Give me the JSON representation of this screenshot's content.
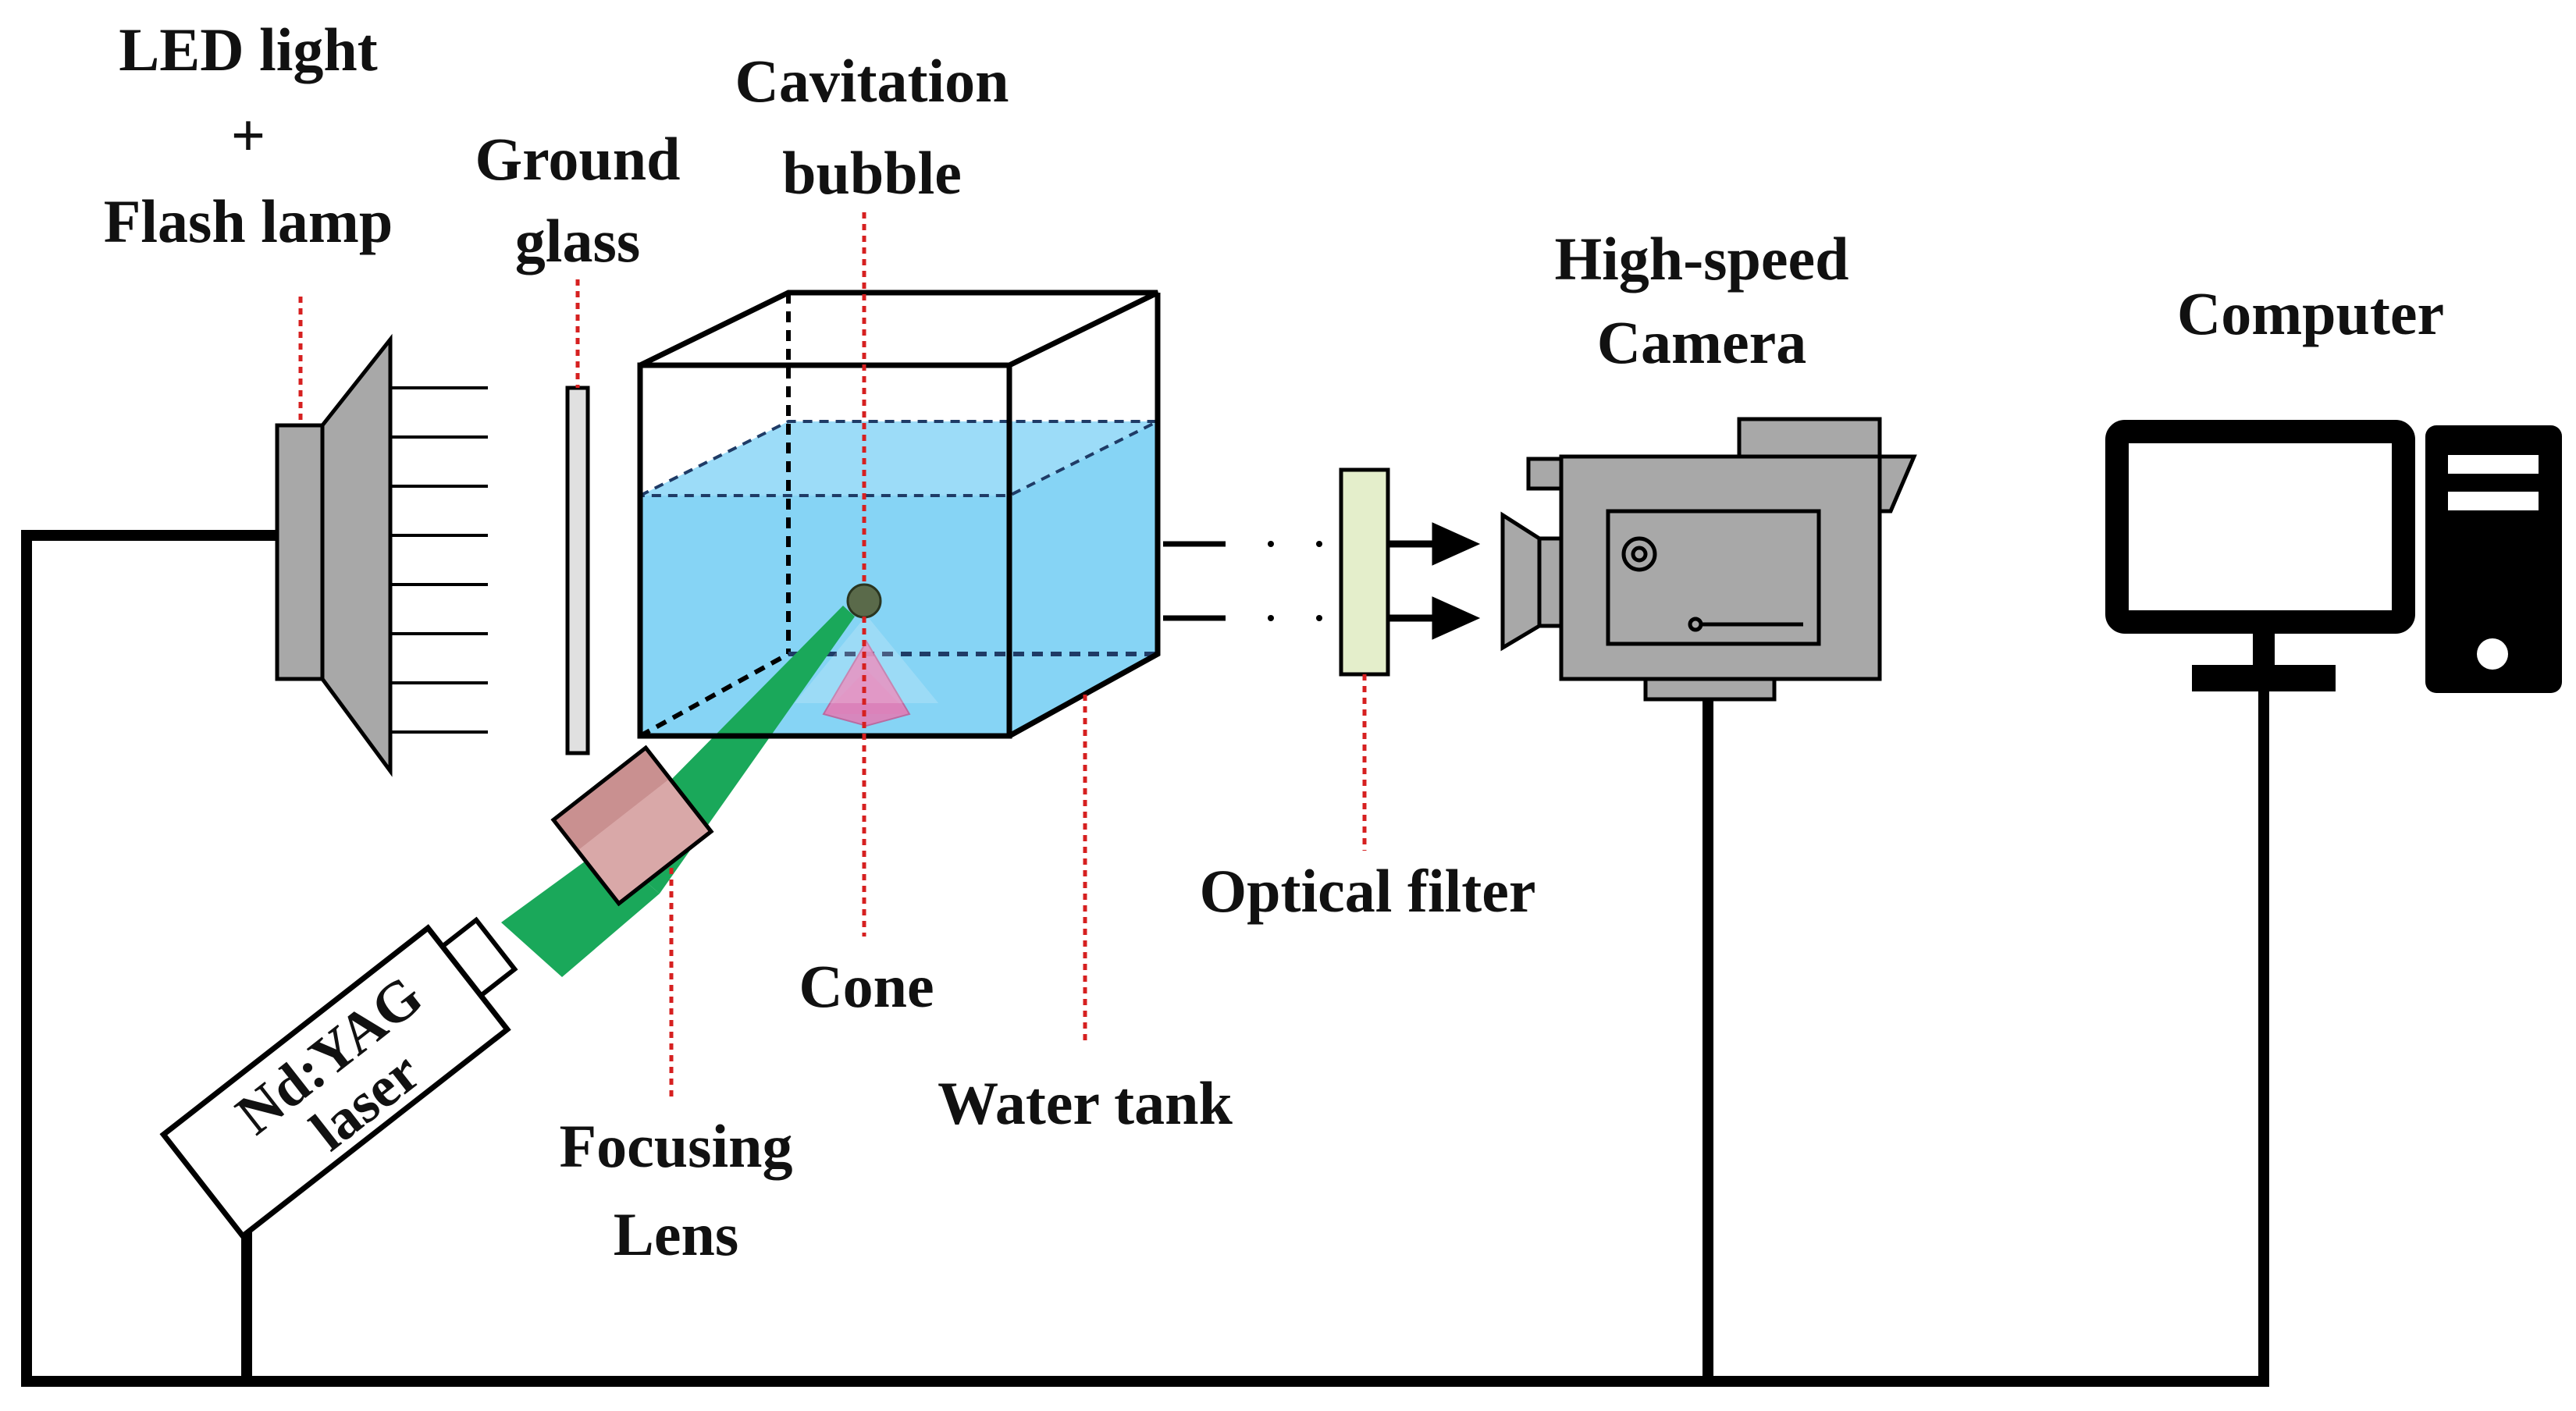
{
  "labels": {
    "led_line1": "LED light",
    "led_line2": "+",
    "led_line3": "Flash lamp",
    "ground_line1": "Ground",
    "ground_line2": "glass",
    "cavitation_line1": "Cavitation",
    "cavitation_line2": "bubble",
    "camera_line1": "High-speed",
    "camera_line2": "Camera",
    "computer": "Computer",
    "optical_filter": "Optical filter",
    "cone": "Cone",
    "water_tank": "Water tank",
    "focusing_line1": "Focusing",
    "focusing_line2": "Lens",
    "laser_line1": "Nd:YAG",
    "laser_line2": "laser"
  },
  "colors": {
    "water": "#86d4f5",
    "laser_beam": "#1aa85a",
    "cone": "#e07fb8",
    "leader_line": "#d62020",
    "housing_gray": "#a8a8a8",
    "lens_pink": "#d9a8a8",
    "filter_green": "#e4eecb",
    "bubble": "#5a6a4a"
  }
}
